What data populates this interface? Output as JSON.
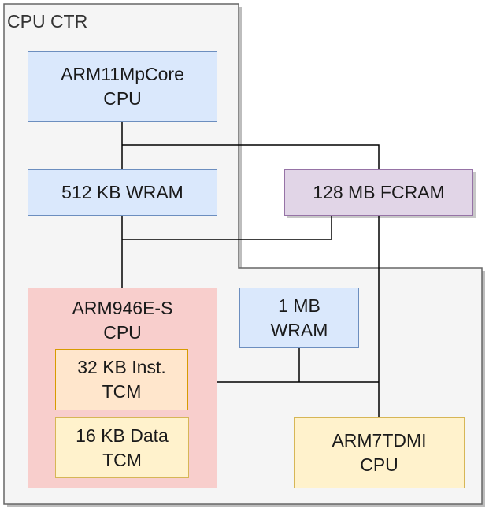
{
  "title": "CPU CTR",
  "colors": {
    "container_fill": "#f5f5f5",
    "container_stroke": "#666666",
    "blue_fill": "#dae8fc",
    "blue_stroke": "#6c8ebf",
    "purple_fill": "#e1d5e7",
    "purple_stroke": "#9673a6",
    "red_fill": "#f8cecc",
    "red_stroke": "#b85450",
    "orange_fill": "#ffe6cc",
    "orange_stroke": "#d79b00",
    "yellow_fill": "#fff2cc",
    "yellow_stroke": "#d6b656",
    "edge": "#000000"
  },
  "nodes": {
    "arm11": {
      "line1": "ARM11MpCore",
      "line2": "CPU"
    },
    "wram512": {
      "line1": "512 KB WRAM"
    },
    "fcram": {
      "line1": "128 MB FCRAM"
    },
    "arm9": {
      "line1": "ARM946E-S",
      "line2": "CPU"
    },
    "itcm": {
      "line1": "32 KB Inst.",
      "line2": "TCM"
    },
    "dtcm": {
      "line1": "16 KB Data",
      "line2": "TCM"
    },
    "wram1mb": {
      "line1": "1 MB",
      "line2": "WRAM"
    },
    "arm7": {
      "line1": "ARM7TDMI",
      "line2": "CPU"
    }
  },
  "edges": [
    {
      "from": "ARM11MpCore CPU",
      "to": "512 KB WRAM"
    },
    {
      "from": "ARM11MpCore CPU",
      "to": "ARM7TDMI CPU"
    },
    {
      "from": "512 KB WRAM",
      "to": "ARM946E-S CPU"
    },
    {
      "from": "128 MB FCRAM",
      "to": "ARM946E-S CPU"
    },
    {
      "from": "128 MB FCRAM",
      "to": "ARM7TDMI CPU"
    },
    {
      "from": "ARM946E-S CPU",
      "to": "1 MB WRAM"
    },
    {
      "from": "ARM946E-S CPU",
      "to": "ARM7TDMI CPU"
    }
  ]
}
